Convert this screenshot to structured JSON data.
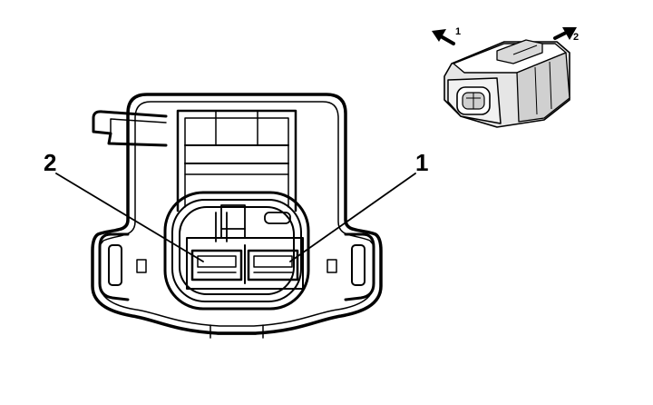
{
  "diagram": {
    "main_view": {
      "pin_labels": [
        "2",
        "1"
      ]
    },
    "inset_view": {
      "arrow_labels": [
        "1",
        "2"
      ]
    },
    "colors": {
      "line": "#000000",
      "background": "#ffffff",
      "inset_shade": "#d9d9d9"
    }
  }
}
